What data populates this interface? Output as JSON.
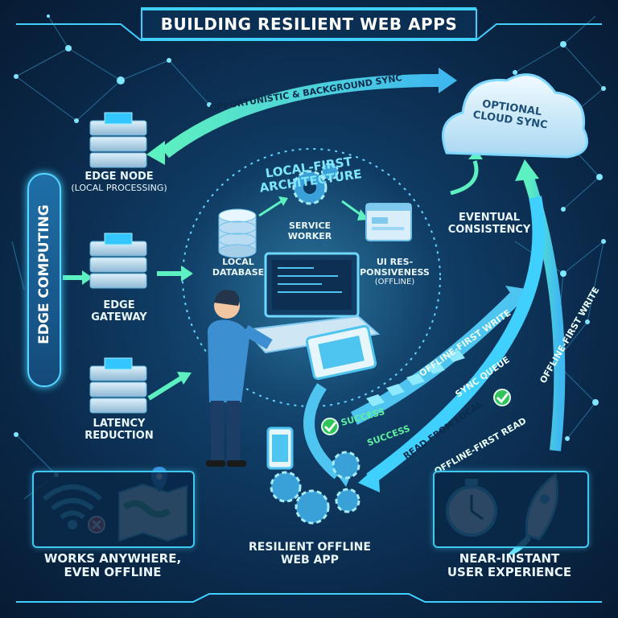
{
  "title": "BUILDING RESILIENT WEB APPS",
  "sidebar": {
    "label": "EDGE COMPUTING",
    "nodes": [
      {
        "line1": "EDGE NODE",
        "line2": "(LOCAL PROCESSING)",
        "icon": "server-icon"
      },
      {
        "line1": "EDGE",
        "line2": "GATEWAY",
        "icon": "server-icon"
      },
      {
        "line1": "LATENCY",
        "line2": "REDUCTION",
        "icon": "server-icon"
      }
    ]
  },
  "architecture": {
    "title": "LOCAL-FIRST ARCHITECTURE",
    "local_database": {
      "line1": "LOCAL",
      "line2": "DATABASE"
    },
    "service_worker": {
      "line1": "SERVICE",
      "line2": "WORKER"
    },
    "ui": {
      "line1": "UI RES-",
      "line2": "PONSIVENESS",
      "line3": "(OFFLINE)"
    }
  },
  "cloud": {
    "line1": "OPTIONAL",
    "line2": "CLOUD SYNC",
    "top_arrow_label": "OPPORTUNISTIC & BACKGROUND SYNC",
    "eventual_line1": "EVENTUAL",
    "eventual_line2": "CONSISTENCY"
  },
  "flows": {
    "offline_write_inner": "OFFLINE-FIRST WRITE",
    "sync_queue": "SYNC QUEUE",
    "offline_write_outer": "OFFLINE-FIRST WRITE",
    "read_from_local": "READ FROM LOCAL",
    "offline_read": "OFFLINE-FIRST READ",
    "success_1": "SUCCESS",
    "success_2": "SUCCESS"
  },
  "bottom": {
    "left": {
      "line1": "WORKS ANYWHERE,",
      "line2": "EVEN OFFLINE"
    },
    "center": {
      "line1": "RESILIENT OFFLINE",
      "line2": "WEB APP"
    },
    "right": {
      "line1": "NEAR-INSTANT",
      "line2": "USER EXPERIENCE"
    }
  },
  "colors": {
    "background": "#0f3b63",
    "accent_cyan": "#3fd0ff",
    "accent_green": "#5de8b8",
    "error_red": "#e8343a",
    "success_green": "#2fc55a"
  }
}
